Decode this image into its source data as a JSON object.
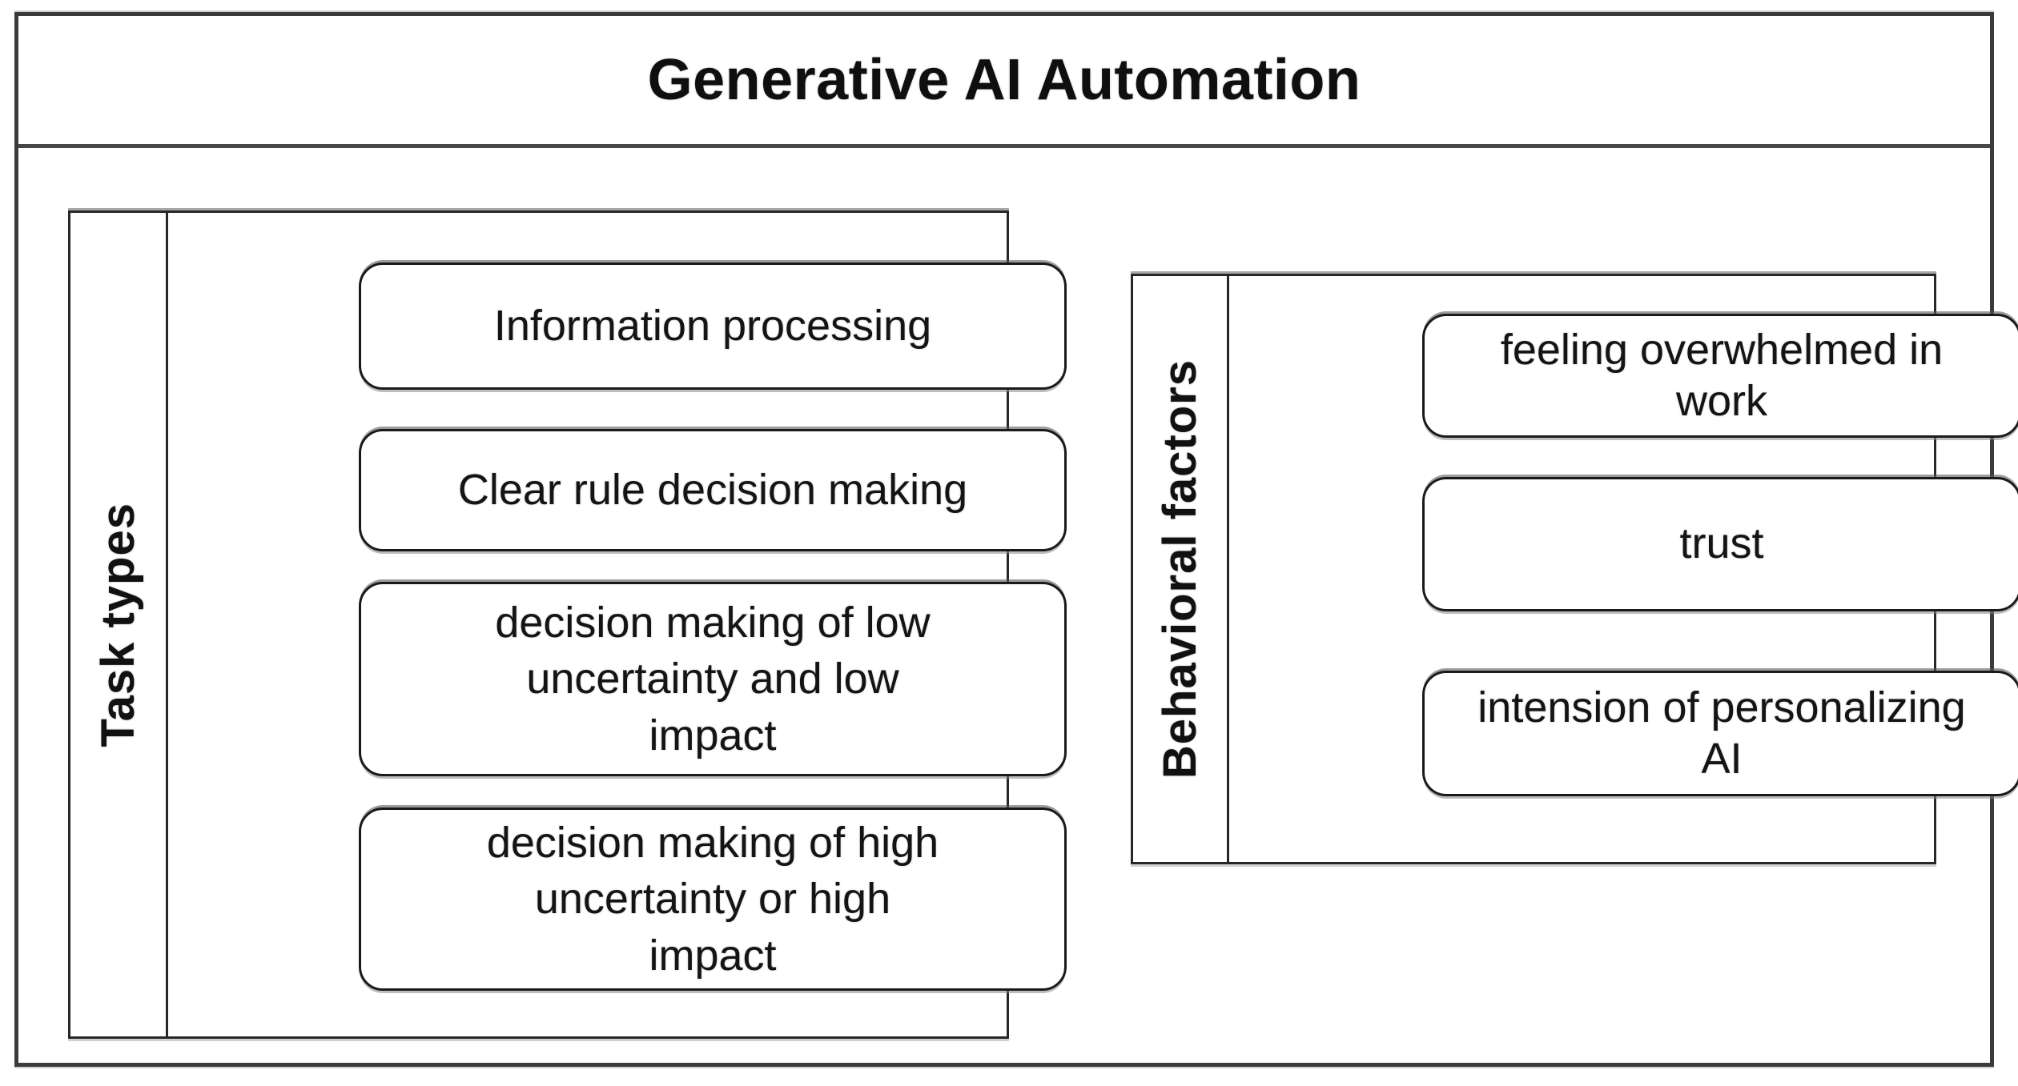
{
  "title": "Generative AI Automation",
  "panels": [
    {
      "label": "Task types",
      "items": [
        "Information processing",
        "Clear rule decision making",
        "decision making of low\nuncertainty and low\nimpact",
        "decision making of high\nuncertainty or high\nimpact"
      ]
    },
    {
      "label": "Behavioral factors",
      "items": [
        "feeling overwhelmed in\nwork",
        "trust",
        "intension of personalizing\nAI"
      ]
    }
  ],
  "colors": {
    "background": "#ffffff",
    "frame_border": "#3b3b3b",
    "panel_border": "#272727",
    "node_border": "#1a1a1a",
    "text": "#141414"
  }
}
